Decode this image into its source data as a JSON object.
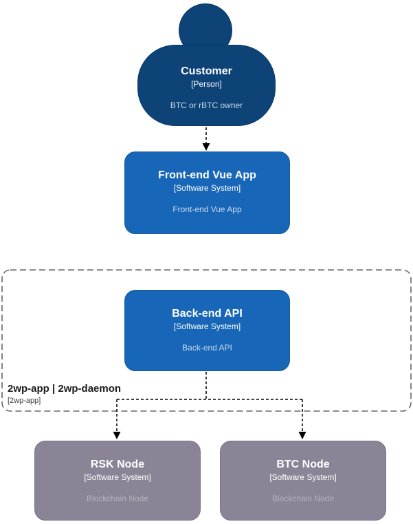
{
  "colors": {
    "person-fill": "#0d4377",
    "person-border": "#0a3a68",
    "system-fill": "#1766b8",
    "system-border": "#125a9e",
    "node-fill": "#8b8496",
    "node-border": "#7b7389",
    "edge": "#000000",
    "boundary-stroke": "#666666",
    "title-text": "#ffffff",
    "muted-text-blue": "#c9d9ea",
    "muted-text-gray": "#b6b0bf",
    "boundary-title": "#1a1a1a",
    "boundary-sub": "#3d3d3d"
  },
  "person": {
    "title": "Customer",
    "type": "[Person]",
    "description": "BTC or rBTC owner"
  },
  "frontend": {
    "title": "Front-end Vue App",
    "type": "[Software System]",
    "description": "Front-end Vue App"
  },
  "backend": {
    "title": "Back-end API",
    "type": "[Software System]",
    "description": "Back-end API"
  },
  "boundary": {
    "title": "2wp-app | 2wp-daemon",
    "subtitle": "[2wp-app]"
  },
  "rsk_node": {
    "title": "RSK Node",
    "type": "[Software System]",
    "description": "Blockchain Node"
  },
  "btc_node": {
    "title": "BTC Node",
    "type": "[Software System]",
    "description": "Blockchain Node"
  }
}
